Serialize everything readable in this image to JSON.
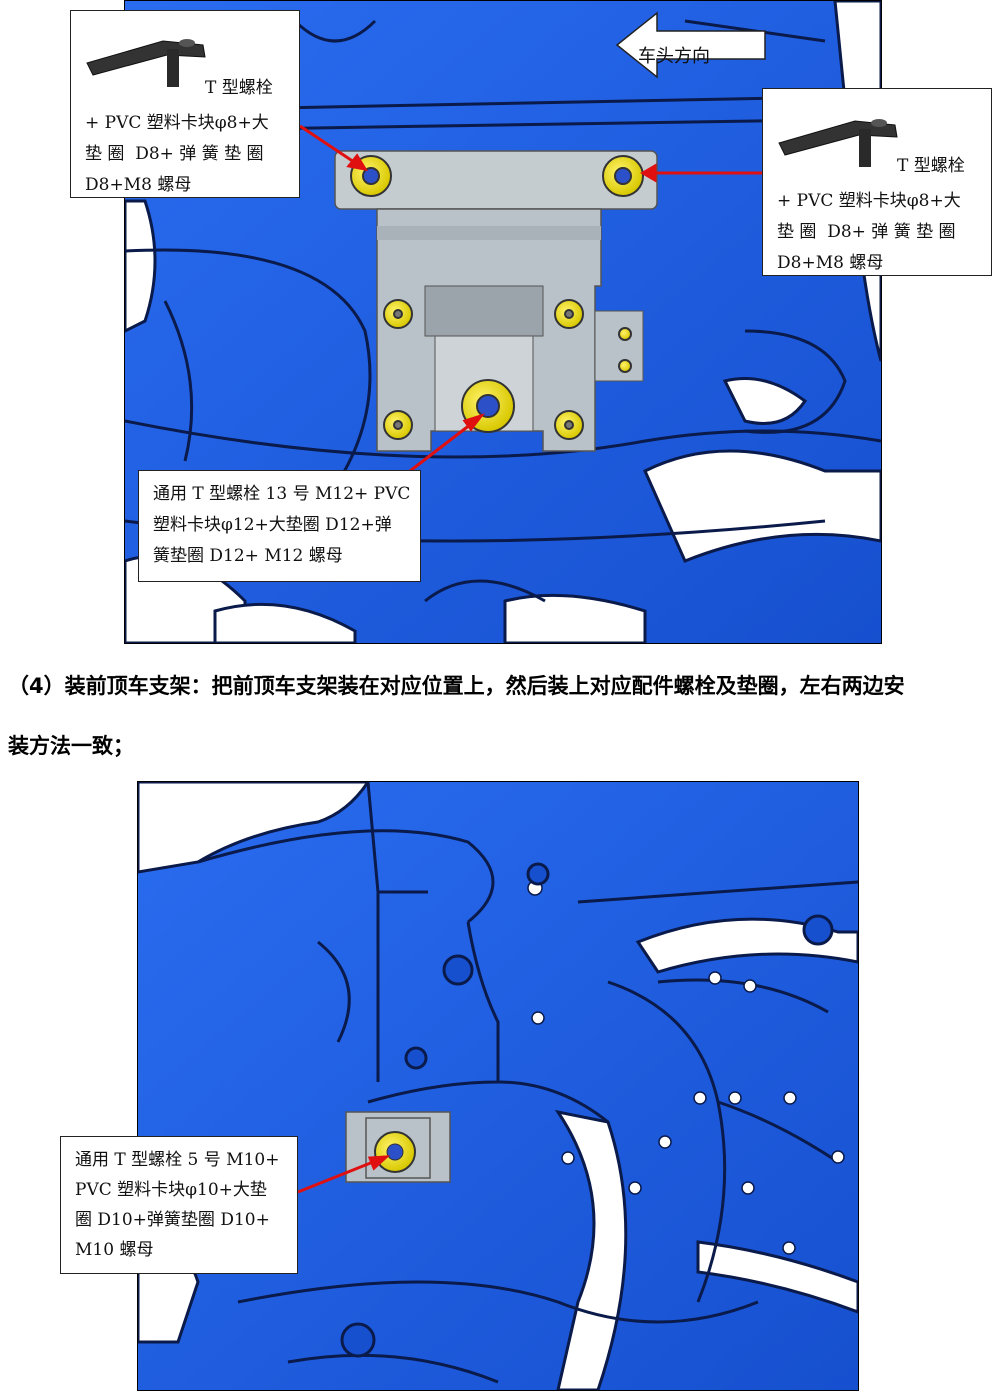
{
  "figure1": {
    "direction_label": "车头方向",
    "callout_left": {
      "line1": "T 型螺栓",
      "line2": "+ PVC 塑料卡块φ8+大",
      "line3": "垫 圈  D8+ 弹 簧 垫 圈",
      "line4": "D8+M8 螺母"
    },
    "callout_right": {
      "line1": "T 型螺栓",
      "line2": "+ PVC 塑料卡块φ8+大",
      "line3": "垫 圈  D8+ 弹 簧 垫 圈",
      "line4": "D8+M8 螺母"
    },
    "callout_bottom": {
      "line1": "通用 T 型螺栓 13 号 M12+ PVC",
      "line2": "塑料卡块φ12+大垫圈 D12+弹",
      "line3": "簧垫圈 D12+ M12 螺母"
    }
  },
  "step4": {
    "line1": "（4）装前顶车支架：把前顶车支架装在对应位置上，然后装上对应配件螺栓及垫圈，左右两边安",
    "line2": "装方法一致；"
  },
  "figure2": {
    "callout": {
      "line1": "通用 T 型螺栓 5 号 M10+",
      "line2": "PVC 塑料卡块φ10+大垫",
      "line3": "圈 D10+弹簧垫圈 D10+",
      "line4": "M10 螺母"
    }
  },
  "colors": {
    "body_blue": "#1f5fe0",
    "edge_dark": "#0a1a4a",
    "bracket_gray": "#b8c2c8",
    "bolt_yellow": "#f2e600",
    "arrow_red": "#e01010"
  }
}
